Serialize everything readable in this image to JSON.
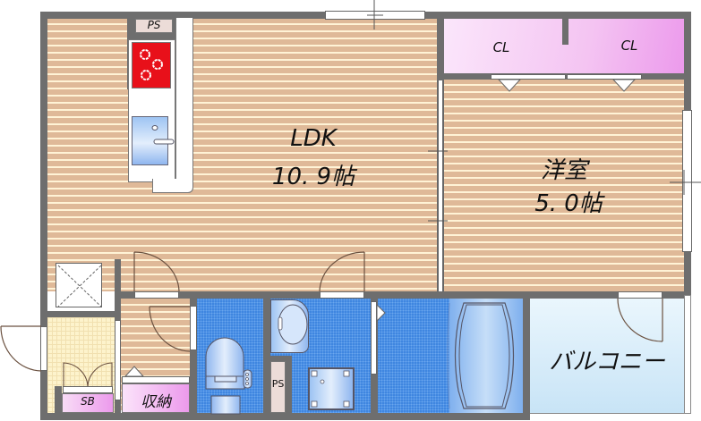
{
  "floorplan": {
    "rooms": {
      "ldk": {
        "name": "LDK",
        "size": "10. 9帖"
      },
      "western_room": {
        "name": "洋室",
        "size": "5. 0帖"
      },
      "balcony": {
        "name": "バルコニー"
      }
    },
    "storage": {
      "closet_left": "CL",
      "closet_right": "CL",
      "shoe_box": "SB",
      "storage_closet": "収納",
      "pipe_space_kitchen": "PS",
      "pipe_space_toilet": "PS"
    },
    "fixtures": [
      "stove-icon",
      "sink-icon",
      "refrigerator-space-icon",
      "toilet-icon",
      "washbasin-icon",
      "washing-machine-pan-icon",
      "bathtub-icon"
    ],
    "colors": {
      "wall": "#6e6e6e",
      "wood_floor": "#dfb998",
      "wood_stripe": "#fff3d6",
      "closet": "#f4c4f2",
      "wet_area": "#3f86e0",
      "stove": "#e8101a",
      "balcony": "#d6ecf9",
      "entrance": "#fdf3cc"
    }
  }
}
